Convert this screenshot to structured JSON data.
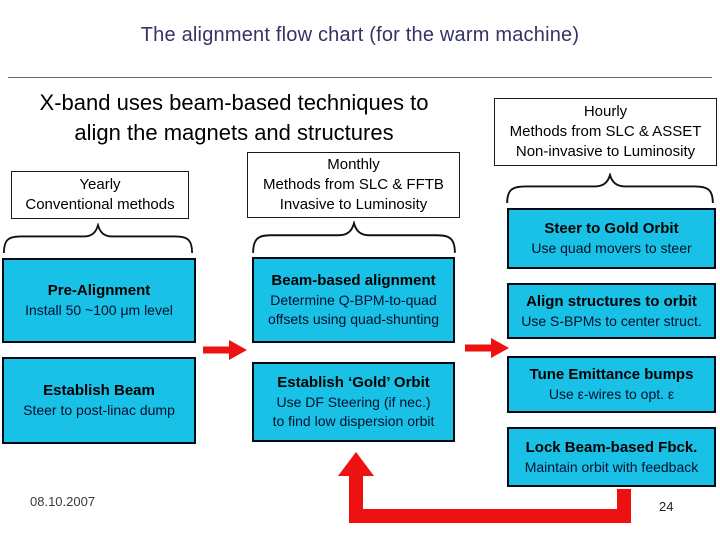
{
  "slide": {
    "title": "The alignment flow chart (for the warm machine)",
    "headline": {
      "line1": "X-band uses beam-based techniques to",
      "line2": "align the magnets and structures"
    },
    "footer": {
      "date": "08.10.2007",
      "page_number": "24"
    }
  },
  "flowchart": {
    "columns": [
      {
        "cadence": "Yearly",
        "cadence_lines": [
          "Conventional methods"
        ],
        "steps": [
          {
            "title": "Pre-Alignment",
            "detail_lines": [
              "Install 50 ~100 μm level"
            ]
          },
          {
            "title": "Establish Beam",
            "detail_lines": [
              "Steer to post-linac dump"
            ]
          }
        ]
      },
      {
        "cadence": "Monthly",
        "cadence_lines": [
          "Methods from SLC & FFTB",
          "Invasive to Luminosity"
        ],
        "steps": [
          {
            "title": "Beam-based alignment",
            "detail_lines": [
              "Determine Q-BPM-to-quad",
              "offsets using quad-shunting"
            ]
          },
          {
            "title": "Establish ‘Gold’ Orbit",
            "detail_lines": [
              "Use DF Steering (if nec.)",
              "to find low dispersion orbit"
            ]
          }
        ]
      },
      {
        "cadence": "Hourly",
        "cadence_lines": [
          "Methods from SLC & ASSET",
          "Non-invasive to Luminosity"
        ],
        "steps": [
          {
            "title": "Steer to Gold Orbit",
            "detail_lines": [
              "Use quad movers to steer"
            ]
          },
          {
            "title": "Align structures to orbit",
            "detail_lines": [
              "Use S-BPMs to center struct."
            ]
          },
          {
            "title": "Tune Emittance bumps",
            "detail_lines": [
              "Use ε-wires to opt. ε"
            ]
          },
          {
            "title": "Lock Beam-based Fbck.",
            "detail_lines": [
              "Maintain orbit with feedback"
            ]
          }
        ]
      }
    ],
    "arrows": {
      "left_to_middle": "flow",
      "middle_to_right": "flow",
      "feedback_loop": "from Lock Beam-based Fbck. back up to Establish ‘Gold’ Orbit"
    }
  },
  "colors": {
    "step_box_cyan": "#19C1E7",
    "arrow_red": "#EE1111",
    "title_navy": "#333366",
    "background": "#FFFFFF"
  }
}
